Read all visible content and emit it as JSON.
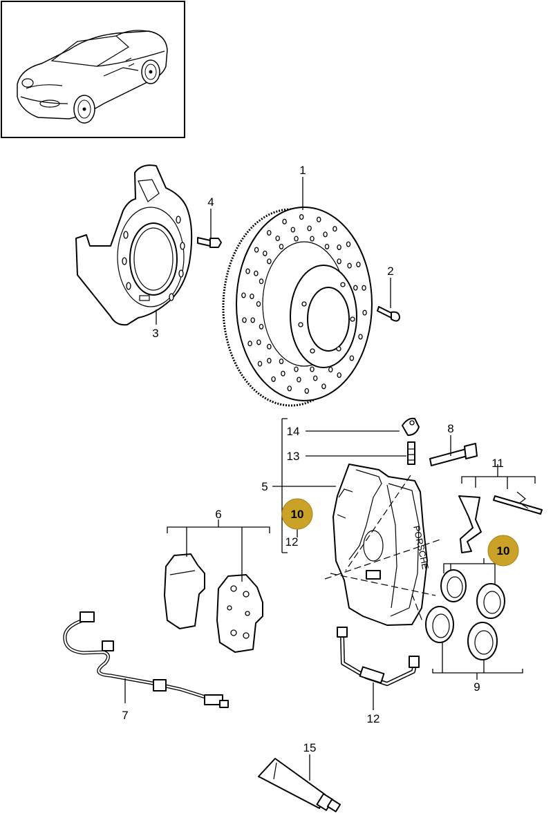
{
  "labels": {
    "p1": "1",
    "p2": "2",
    "p3": "3",
    "p4": "4",
    "p5": "5",
    "p6": "6",
    "p7": "7",
    "p8": "8",
    "p9": "9",
    "p11": "11",
    "p12_upper": "12",
    "p12_lower": "12",
    "p13": "13",
    "p14": "14",
    "p15": "15"
  },
  "badges": {
    "b10_left": "10",
    "b10_right": "10"
  },
  "caliper_text": "PORSCHE",
  "colors": {
    "badge_fill": "#c9a227",
    "line": "#000000",
    "background": "#ffffff"
  }
}
